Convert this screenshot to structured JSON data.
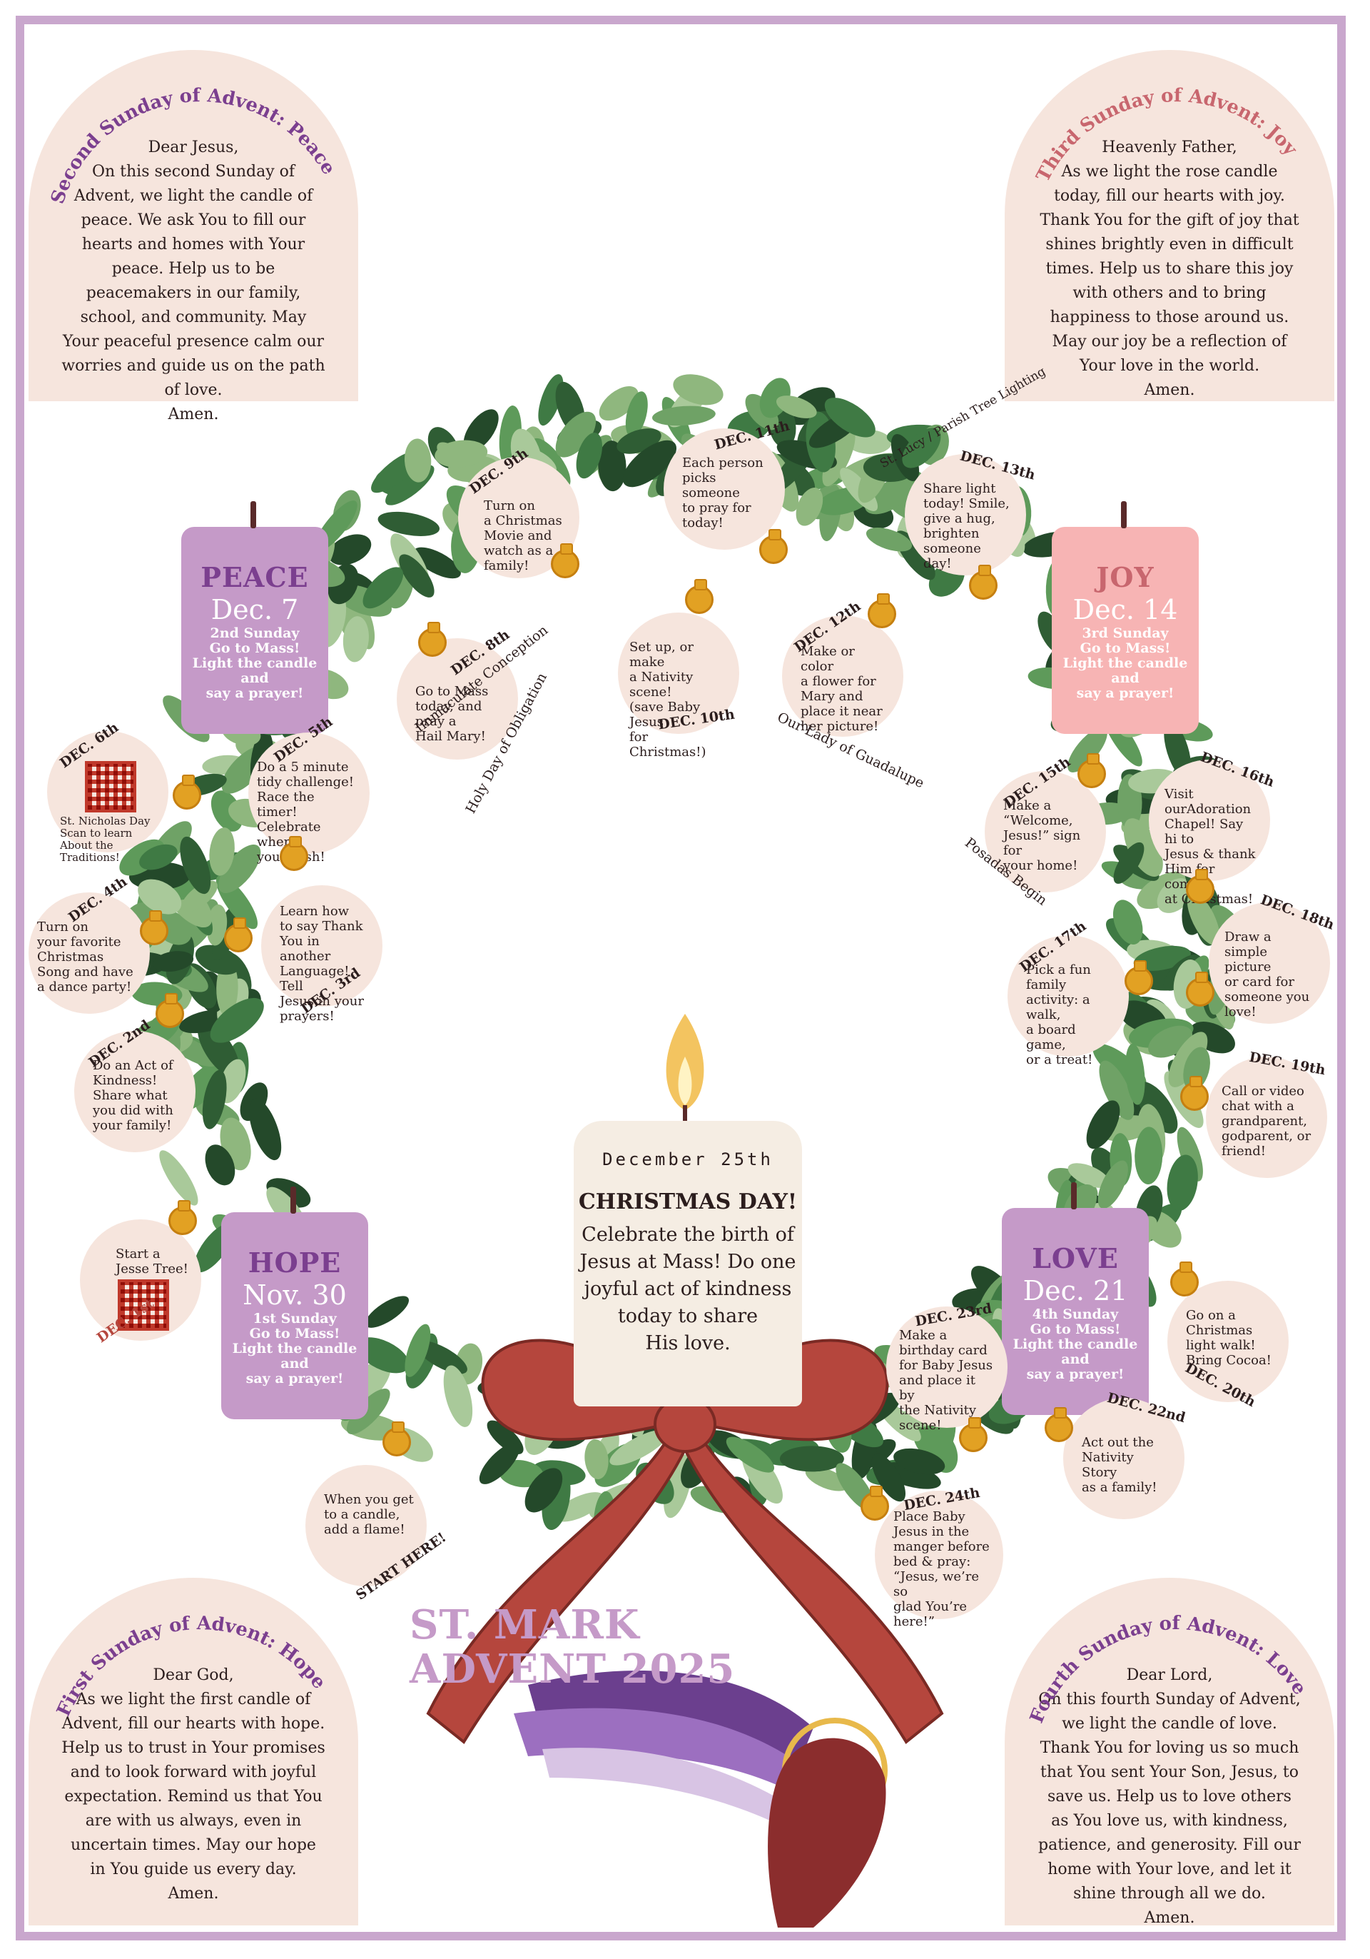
{
  "prayers": {
    "second": {
      "title": "Second Sunday of Advent: Peace",
      "title_color": "#7b3f8f",
      "body": "Dear Jesus,\nOn this second Sunday of Advent, we light the candle of peace. We ask You to fill our hearts and homes with Your peace. Help us to be peacemakers in our family, school, and community. May Your peaceful presence calm our worries and guide us on the path of love.\nAmen."
    },
    "third": {
      "title": "Third Sunday of Advent: Joy",
      "title_color": "#c8666e",
      "body": "Heavenly Father,\nAs we light the rose candle today, fill our hearts with joy. Thank You for the gift of joy that shines brightly even in difficult times. Help us to share this joy with others and to bring happiness to those around us. May our joy be a reflection of Your love in the world.\nAmen."
    },
    "first": {
      "title": "First Sunday of Advent: Hope",
      "title_color": "#7b3f8f",
      "body": "Dear God,\nAs we light the first candle of Advent, fill our hearts with hope. Help us to trust in Your promises and to look forward with joyful expectation. Remind us that You are with us always, even in uncertain times. May our hope in You guide us every day.\nAmen."
    },
    "fourth": {
      "title": "Fourth Sunday of Advent: Love",
      "title_color": "#7b3f8f",
      "body": "Dear Lord,\nOn this fourth  Sunday of Advent,  we light the candle of love. Thank You for loving us so much that You sent Your Son, Jesus, to save us. Help us to love others as You love us, with kindness, patience, and generosity. Fill our home with Your love, and let it shine through all we do.\nAmen."
    }
  },
  "candles": {
    "peace": {
      "name": "PEACE",
      "date": "Dec. 7",
      "sunday": "2nd Sunday",
      "text": "Go to Mass!\nLight the candle\nand\nsay a prayer!",
      "color": "#c59ac8",
      "name_color": "#7b3f8f"
    },
    "joy": {
      "name": "JOY",
      "date": "Dec. 14",
      "sunday": "3rd Sunday",
      "text": "Go to Mass!\nLight the candle\nand\nsay a prayer!",
      "color": "#f7b4b4",
      "name_color": "#c8666e"
    },
    "hope": {
      "name": "HOPE",
      "date": "Nov. 30",
      "sunday": "1st Sunday",
      "text": "Go to Mass!\nLight the candle\nand\nsay a prayer!",
      "color": "#c59ac8",
      "name_color": "#7b3f8f"
    },
    "love": {
      "name": "LOVE",
      "date": "Dec. 21",
      "sunday": "4th Sunday",
      "text": "Go to Mass!\nLight the candle\nand\nsay a prayer!",
      "color": "#c59ac8",
      "name_color": "#7b3f8f"
    }
  },
  "days": {
    "dec1": {
      "date": "DEC. 1st",
      "text": "Start a\nJesse Tree!"
    },
    "dec2": {
      "date": "DEC. 2nd",
      "text": "Do an Act of\nKindness!\nShare what\nyou did with\nyour family!"
    },
    "dec3": {
      "date": "DEC. 3rd",
      "text": "Learn how\nto say Thank\nYou in another\nLanguage! Tell\nJesus in your\nprayers!"
    },
    "dec4": {
      "date": "DEC. 4th",
      "text": "Turn on\nyour favorite\nChristmas\nSong and have\na dance party!"
    },
    "dec5": {
      "date": "DEC. 5th",
      "text": "Do a 5 minute\ntidy challenge!\nRace the timer!\nCelebrate when\nyou finish!"
    },
    "dec6": {
      "date": "DEC. 6th",
      "text": "St. Nicholas Day\nScan to learn\nAbout the Traditions!"
    },
    "dec8": {
      "date": "DEC. 8th",
      "text": "Go to Mass\ntoday, and\npray a\nHail Mary!",
      "note1": "Immaculate Conception",
      "note2": "Holy Day of Obligation"
    },
    "dec9": {
      "date": "DEC. 9th",
      "text": "Turn on\na Christmas\nMovie and\nwatch as a\nfamily!"
    },
    "dec10": {
      "date": "DEC. 10th",
      "text": "Set up, or make\na Nativity scene!\n(save Baby Jesus\nfor Christmas!)"
    },
    "dec11": {
      "date": "DEC. 11th",
      "text": "Each person\npicks someone\nto pray for\ntoday!"
    },
    "dec12": {
      "date": "DEC. 12th",
      "text": "Make or color\na flower for\nMary and\nplace it near\nher picture!",
      "note": "Our Lady of Guadalupe"
    },
    "dec13": {
      "date": "DEC. 13th",
      "text": "Share light\ntoday! Smile,\ngive a hug,\nbrighten\nsomeone day!",
      "note": "St. Lucy / Parish Tree Lighting"
    },
    "dec15": {
      "date": "DEC. 15th",
      "text": "Make a\n“Welcome,\nJesus!” sign for\nyour home!",
      "note": "Posadas Begin"
    },
    "dec16": {
      "date": "DEC. 16th",
      "text": "Visit\nourAdoration\nChapel! Say hi to\nJesus & thank\nHim for coming\nat Christmas!"
    },
    "dec17": {
      "date": "DEC. 17th",
      "text": "Pick a fun\nfamily\nactivity: a walk,\na board game,\nor a treat!"
    },
    "dec18": {
      "date": "DEC. 18th",
      "text": "Draw a\nsimple picture\nor card for\nsomeone you\nlove!"
    },
    "dec19": {
      "date": "DEC. 19th",
      "text": "Call or video\nchat with a\ngrandparent,\ngodparent, or\nfriend!"
    },
    "dec20": {
      "date": "DEC. 20th",
      "text": "Go on a\nChristmas\nlight walk!\nBring Cocoa!"
    },
    "dec22": {
      "date": "DEC. 22nd",
      "text": "Act out the\nNativity Story\nas a family!"
    },
    "dec23": {
      "date": "DEC. 23rd",
      "text": "Make a\nbirthday card\nfor Baby Jesus\nand place it by\nthe Nativity\nscene!"
    },
    "dec24": {
      "date": "DEC. 24th",
      "text": "Place Baby\nJesus in the\nmanger before\nbed & pray:\n“Jesus, we’re so\nglad You’re\nhere!”"
    },
    "start": {
      "date": "START HERE!",
      "text": "When you get\nto a candle,\nadd a flame!"
    }
  },
  "christmas": {
    "date": "December 25th",
    "title": "CHRISTMAS DAY!",
    "text": "Celebrate the birth of\nJesus at Mass! Do one\njoyful act of kindness\ntoday to share\nHis love."
  },
  "brand": {
    "line1": "ST. MARK",
    "line2": "ADVENT 2025"
  },
  "colors": {
    "frame": "#c9a7cd",
    "panel": "#f6e5dd",
    "ribbon": "#b5463d",
    "leaf_dark": "#2f5d34",
    "leaf_light": "#8fb77e",
    "ornament": "#e2a123"
  }
}
